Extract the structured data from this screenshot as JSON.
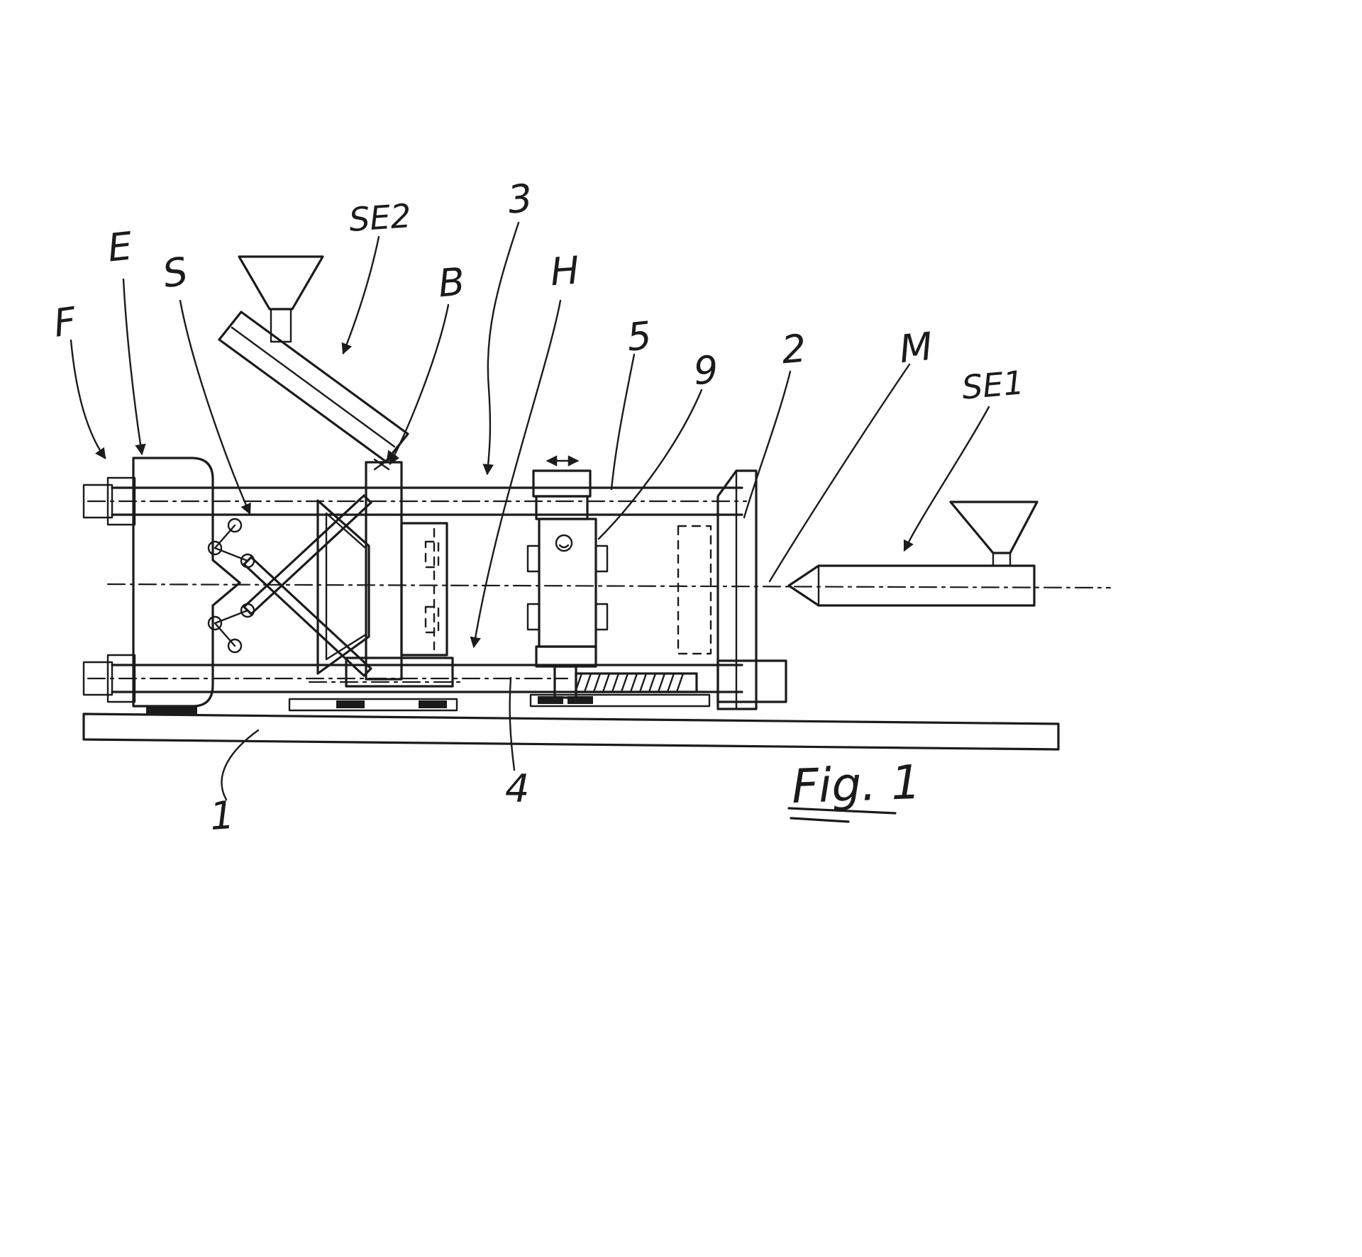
{
  "drawing": {
    "caption": "Fig. 1",
    "ink_color": "#1b1b1b",
    "labels": {
      "F": "F",
      "E": "E",
      "S": "S",
      "SE2": "SE2",
      "3": "3",
      "B": "B",
      "H": "H",
      "5": "5",
      "9": "9",
      "2": "2",
      "M": "M",
      "SE1": "SE1",
      "1": "1",
      "4": "4"
    }
  }
}
